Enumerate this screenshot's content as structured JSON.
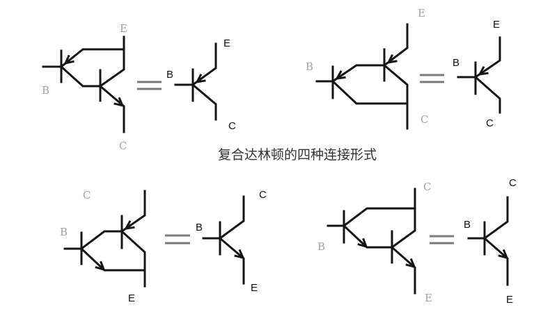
{
  "caption": "复合达林顿的四种连接形式",
  "panels": [
    {
      "composite": {
        "B": "B",
        "C": "C",
        "E": "E"
      },
      "equivalent": {
        "B": "B",
        "C": "C",
        "E": "E"
      },
      "type": "PNP"
    },
    {
      "composite": {
        "B": "B",
        "C": "C",
        "E": "E"
      },
      "equivalent": {
        "B": "B",
        "C": "C",
        "E": "E"
      },
      "type": "PNP"
    },
    {
      "composite": {
        "B": "B",
        "C": "C",
        "E": "E"
      },
      "equivalent": {
        "B": "B",
        "C": "C",
        "E": "E"
      },
      "type": "NPN"
    },
    {
      "composite": {
        "B": "B",
        "C": "C",
        "E": "E"
      },
      "equivalent": {
        "B": "B",
        "C": "C",
        "E": "E"
      },
      "type": "NPN"
    }
  ],
  "colors": {
    "wire": "#151515",
    "composite_label": "#a0a0a0",
    "equivalent_label": "#111111"
  }
}
